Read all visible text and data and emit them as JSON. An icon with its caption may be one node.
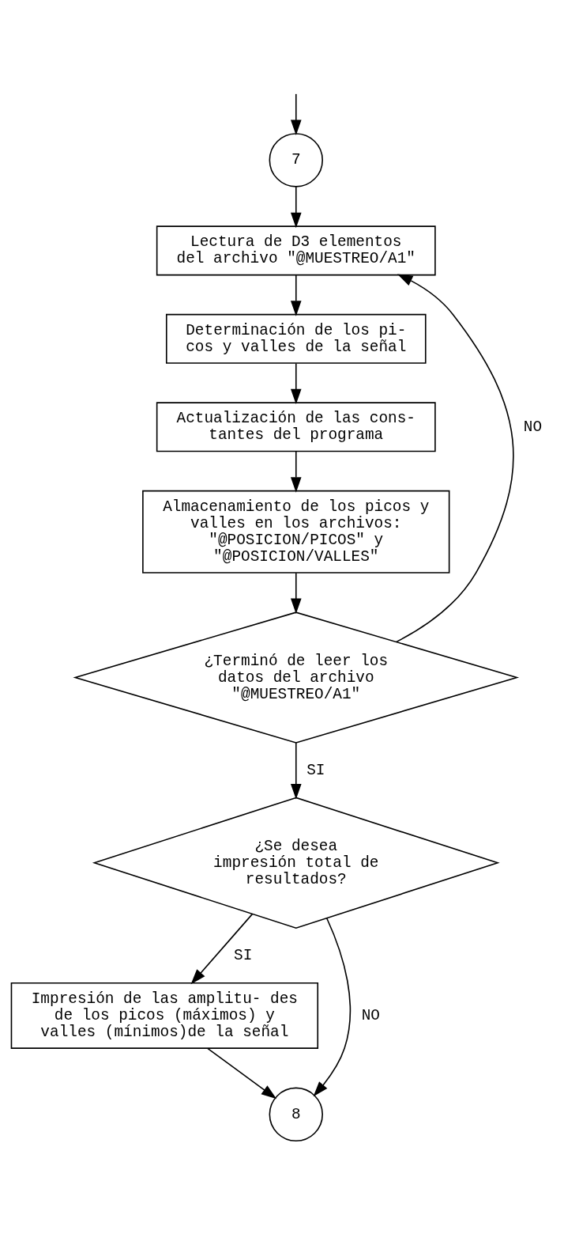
{
  "diagram": {
    "nodes": [
      {
        "text": [
          "7"
        ]
      },
      {
        "text": [
          "Lectura de D3 elementos del archivo \"@MUESTREO/A1\""
        ]
      },
      {
        "text": [
          "Determinación de los pi- cos y valles de la señal"
        ]
      },
      {
        "text": [
          "Actualización de las cons- tantes del programa"
        ]
      },
      {
        "text": [
          "Almacenamiento de los picos y valles en los archivos: \"@POSICION/PICOS\" y \"@POSICION/VALLES\""
        ]
      },
      {
        "text": [
          "¿Terminó de leer los datos del archivo \"@MUESTREO/A1\""
        ]
      },
      {
        "text": [
          "¿Se desea impresión total de resultados?"
        ]
      },
      {
        "text": [
          "Impresión de las amplitu- des de los picos (máximos) y valles (mínimos)de la señal"
        ]
      },
      {
        "text": [
          "8"
        ]
      }
    ],
    "edges": [
      {
        "from": null,
        "to": 0,
        "arrow": "to"
      },
      {
        "from": 0,
        "to": 1,
        "arrow": "to"
      },
      {
        "from": 1,
        "to": 2,
        "arrow": "to"
      },
      {
        "from": 2,
        "to": 3,
        "arrow": "to"
      },
      {
        "from": 3,
        "to": 4,
        "arrow": "to"
      },
      {
        "from": 4,
        "to": 5,
        "arrow": "to"
      },
      {
        "from": 5,
        "to": 1,
        "arrow": "to",
        "label": "NO"
      },
      {
        "from": 5,
        "to": 6,
        "arrow": "to",
        "label": "SI"
      },
      {
        "from": 6,
        "to": 7,
        "arrow": "to",
        "label": "SI"
      },
      {
        "from": 6,
        "to": 8,
        "arrow": "to",
        "label": "NO"
      },
      {
        "from": 7,
        "to": 8,
        "arrow": "to"
      }
    ]
  }
}
